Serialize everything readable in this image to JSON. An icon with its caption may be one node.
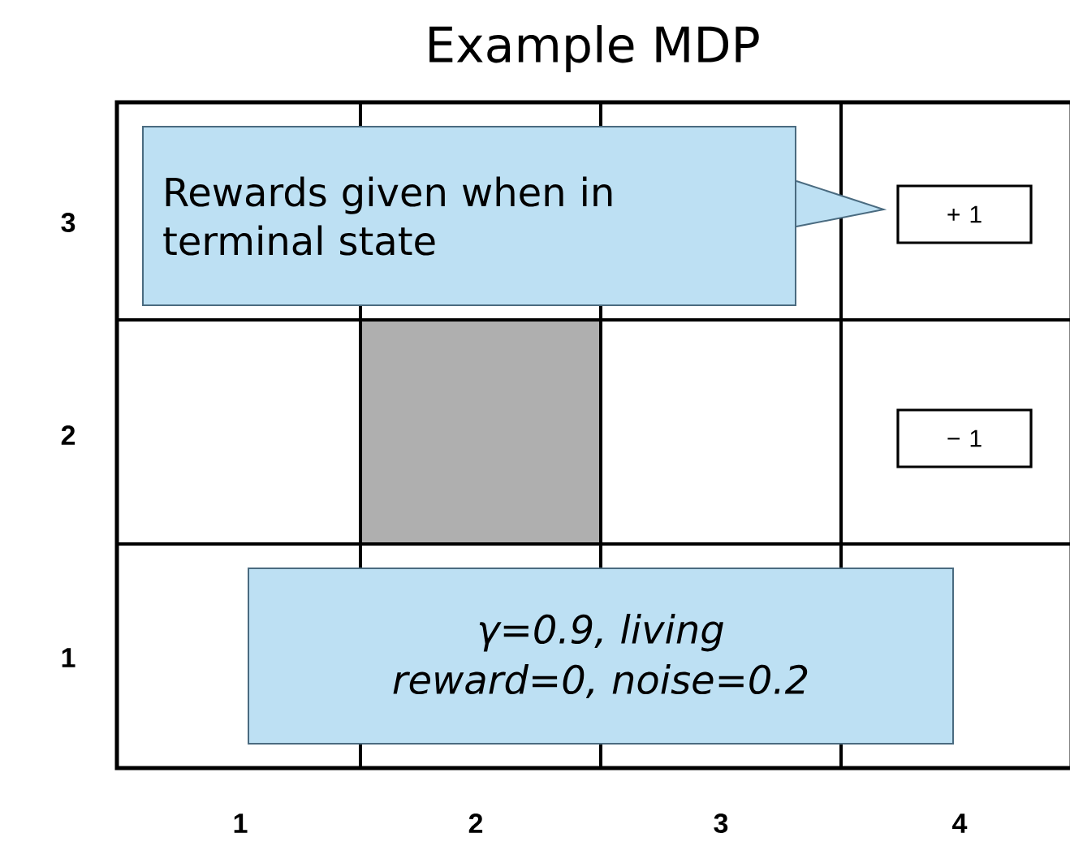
{
  "diagram": {
    "title": "Example MDP",
    "nodes": [
      {
        "text": [
          "Rewards given when in terminal state"
        ]
      },
      {
        "text": [
          "+ 1"
        ]
      },
      {
        "text": [
          "− 1"
        ]
      },
      {
        "text": [
          "γ=0.9, living reward=0, noise=0.2"
        ]
      }
    ],
    "edges": [
      {
        "from": 0,
        "to": 1,
        "arrow": "none"
      }
    ],
    "labels": [
      "3",
      "2",
      "1",
      "1",
      "2",
      "3",
      "4"
    ]
  }
}
